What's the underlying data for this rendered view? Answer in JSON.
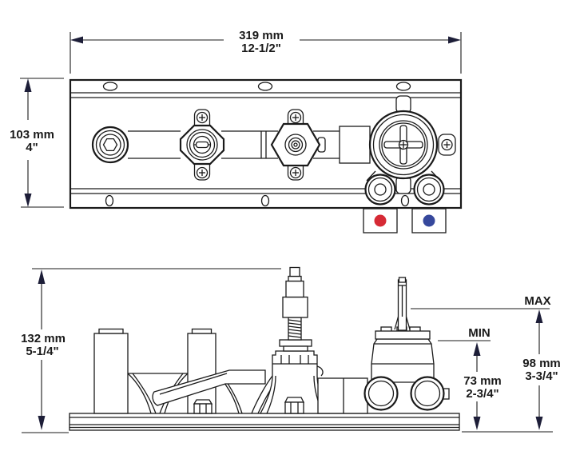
{
  "drawing": {
    "title": "bath-filler-rough-in-valve-dimensional-drawing",
    "dims": {
      "top_width_mm": "319 mm",
      "top_width_in": "12-1/2\"",
      "bracket_height_mm": "103 mm",
      "bracket_height_in": "4\"",
      "overall_height_mm": "132 mm",
      "overall_height_in": "5-1/4\"",
      "min_depth_mm": "73 mm",
      "min_depth_in": "2-3/4\"",
      "max_depth_mm": "98 mm",
      "max_depth_in": "3-3/4\"",
      "max_label": "MAX",
      "min_label": "MIN"
    },
    "colors": {
      "hot": "#d62a35",
      "cold": "#36489c",
      "ink": "#1a1a1a",
      "arrow": "#1d1e38"
    }
  }
}
